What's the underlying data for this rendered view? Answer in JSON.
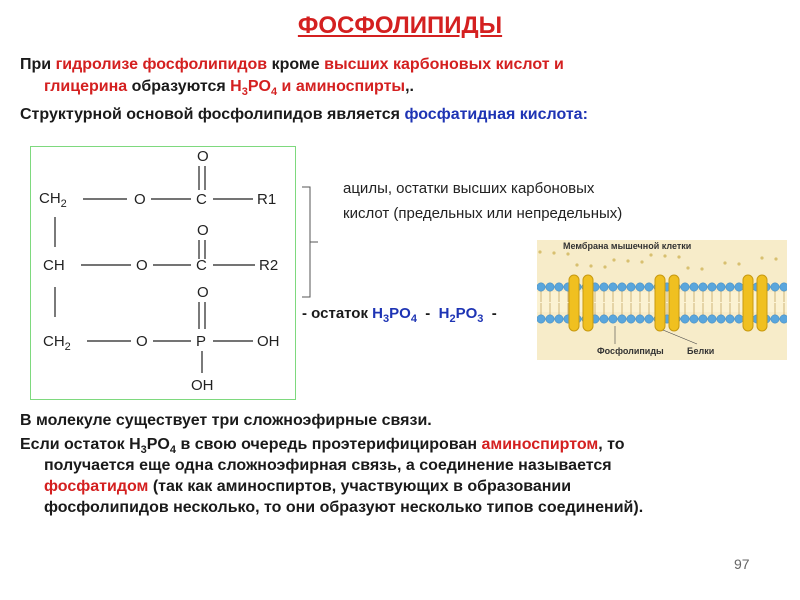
{
  "slide": {
    "title": "ФОСФОЛИПИДЫ",
    "page_number": "97"
  },
  "intro": {
    "l1_a": "При ",
    "l1_b": "гидролизе фосфолипидов",
    "l1_c": " кроме ",
    "l1_d": "высших карбоновых кислот и",
    "l2_a": "глицерина",
    "l2_b": " образуются ",
    "l2_c1": "H",
    "l2_c2": "3",
    "l2_c3": "PO",
    "l2_c4": "4",
    "l2_c5": " и аминоспирты",
    "l2_d": ",.",
    "l3_a": "Структурной основой фосфолипидов является ",
    "l3_b": "фосфатидная кислота:"
  },
  "formula": {
    "ch2_top": "CH",
    "ch2_sub": "2",
    "ch": "CH",
    "ch2_bottom": "CH",
    "o": "O",
    "c": "C",
    "p": "P",
    "oh": "OH",
    "r1": "R1",
    "r2": "R2"
  },
  "acyl": {
    "line1": "ацилы, остатки высших карбоновых",
    "line2": "кислот (предельных или непредельных)"
  },
  "residue": {
    "a": "- остаток ",
    "h": "H",
    "n3": "3",
    "po": "PO",
    "n4": "4",
    "dash": "  -  ",
    "h2": "H",
    "n2": "2",
    "po3": "PO",
    "n3b": "3",
    "tail": "  -"
  },
  "membrane": {
    "title": "Мембрана мышечной клетки",
    "label_left": "Фосфолипиды",
    "label_right": "Белки",
    "colors": {
      "heads": "#5aa6dc",
      "protein": "#f0c020",
      "background": "#f7ecc9"
    }
  },
  "body": {
    "p3": "В молекуле существует три сложноэфирные связи.",
    "p4_a": "Если остаток H",
    "p4_b": "3",
    "p4_c": "PO",
    "p4_d": "4",
    "p4_e": " в свою очередь проэтерифицирован ",
    "p4_f": "аминоспиртом",
    "p4_g": ", то",
    "p4_line2": "получается еще одна сложноэфирная связь, а соединение называется",
    "p4_line3_a": "фосфатидом",
    "p4_line3_b": " (так как аминоспиртов, участвующих в образовании",
    "p4_line4": "фосфолипидов несколько, то они образуют несколько типов соединений)."
  },
  "colors": {
    "accent_red": "#d42020",
    "accent_blue": "#1e34b4",
    "box_border": "#7ed97e"
  }
}
